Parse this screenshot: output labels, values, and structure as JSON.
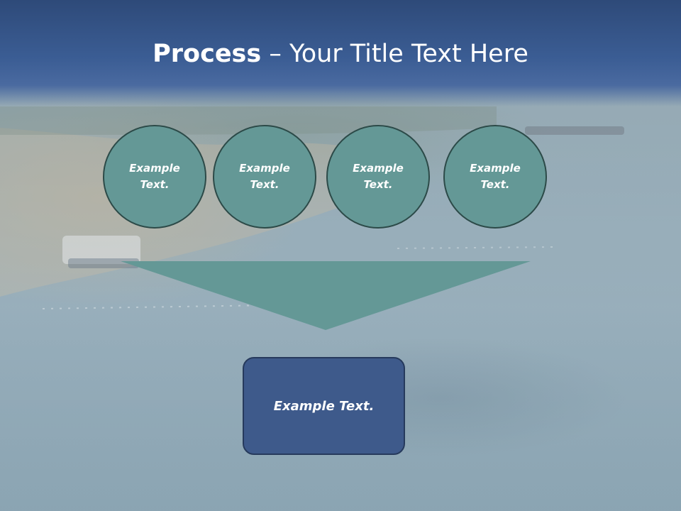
{
  "slide": {
    "title_bold": "Process",
    "title_rest": " – Your Title Text Here"
  },
  "process": {
    "steps": [
      {
        "label": "Example Text."
      },
      {
        "label": "Example Text."
      },
      {
        "label": "Example Text."
      },
      {
        "label": "Example Text."
      }
    ],
    "result_label": "Example Text."
  },
  "colors": {
    "title_band": "#3b5d94",
    "circle_fill": "#649896",
    "circle_border": "#2c4a48",
    "funnel_fill": "#649896",
    "result_fill": "#3e5a8b",
    "result_border": "#263a5c",
    "text": "#ffffff"
  }
}
